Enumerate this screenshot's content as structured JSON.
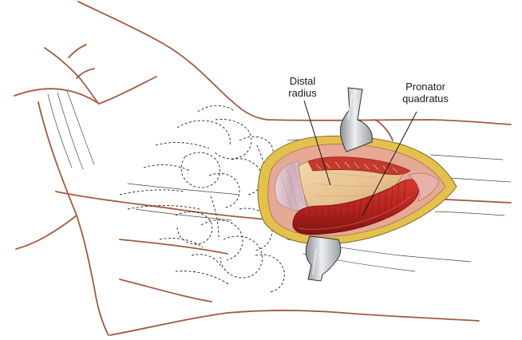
{
  "labels": {
    "distal_radius": {
      "line1": "Distal",
      "line2": "radius"
    },
    "pronator_quadratus": {
      "line1": "Pronator",
      "line2": "quadratus"
    }
  },
  "colors": {
    "outline": "#a35a3e",
    "bone_line": "#222222",
    "fat": "#e2c24d",
    "muscle": "#b8241f",
    "muscle_dark": "#7e1410",
    "bone": "#e9c79a",
    "tendon": "#d8bcc6",
    "wound_edge": "#e6a994",
    "retractor": "#c9cbce"
  },
  "icons": [
    "hand-outline",
    "carpal-bones",
    "surgical-incision",
    "retractor-top",
    "retractor-bottom"
  ]
}
